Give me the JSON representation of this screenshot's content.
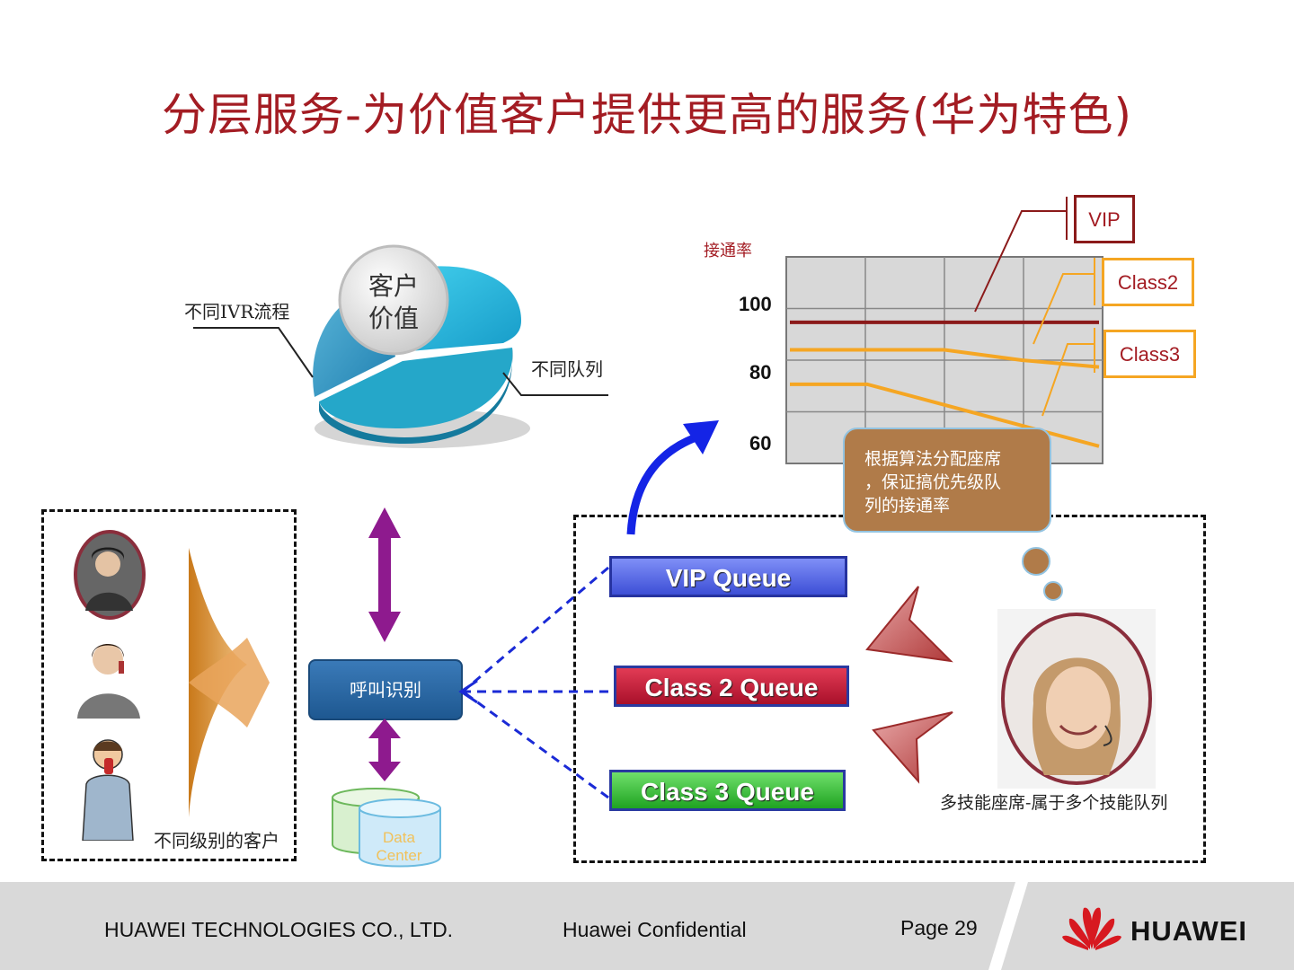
{
  "title": "分层服务-为价值客户提供更高的服务(华为特色)",
  "pie": {
    "center_label_line1": "客户",
    "center_label_line2": "价值",
    "left_label": "不同IVR流程",
    "right_label": "不同队列"
  },
  "customers": {
    "label": "不同级别的客户"
  },
  "call_recognition": "呼叫识别",
  "data_center": {
    "line1": "Data",
    "line2": "Center"
  },
  "queues": {
    "vip": "VIP Queue",
    "class2": "Class 2 Queue",
    "class3": "Class 3 Queue"
  },
  "agent": {
    "label": "多技能座席-属于多个技能队列"
  },
  "callout": {
    "line1": "根据算法分配座席",
    "line2": "，保证搞优先级队",
    "line3": "列的接通率"
  },
  "chart_data": {
    "type": "line",
    "ylabel": "接通率",
    "yticks": [
      "100",
      "80",
      "60"
    ],
    "ylim": [
      55,
      115
    ],
    "x": [
      0,
      1,
      2,
      3,
      4
    ],
    "grid": true,
    "series": [
      {
        "name": "VIP",
        "color": "#8b1a1a",
        "values": [
          96,
          96,
          96,
          96,
          96
        ]
      },
      {
        "name": "Class2",
        "color": "#f5a623",
        "values": [
          88,
          88,
          88,
          85,
          83
        ]
      },
      {
        "name": "Class3",
        "color": "#f5a623",
        "values": [
          78,
          78,
          72,
          66,
          60
        ]
      }
    ],
    "legend_placement": "right"
  },
  "colors": {
    "title": "#a31c23",
    "vip_line": "#8b1a1a",
    "class_line": "#f5a623",
    "arrow_purple": "#8e1a8e",
    "arrow_blue": "#1424e6"
  },
  "footer": {
    "company": "HUAWEI TECHNOLOGIES CO., LTD.",
    "confidential": "Huawei Confidential",
    "page": "Page 29",
    "brand": "HUAWEI"
  }
}
